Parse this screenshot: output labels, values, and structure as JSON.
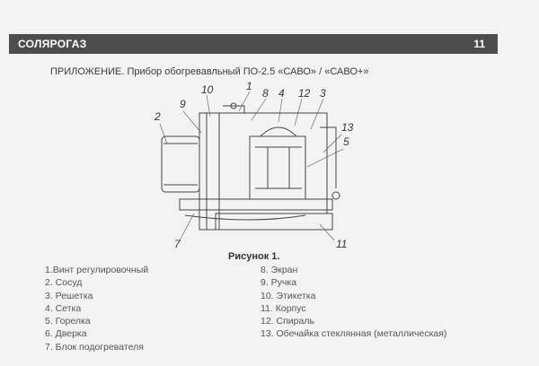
{
  "header": {
    "brand": "СОЛЯРОГАЗ",
    "page_number": "11"
  },
  "document": {
    "title": "ПРИЛОЖЕНИЕ. Прибор обогревавльный ПО-2.5 «САВО» / «САВО+»",
    "figure_caption": "Рисунок 1."
  },
  "figure": {
    "callouts": [
      "1",
      "2",
      "3",
      "4",
      "5",
      "7",
      "8",
      "9",
      "10",
      "11",
      "12",
      "13"
    ]
  },
  "legend": {
    "left": [
      "1.Винт регулировочный",
      "2. Сосуд",
      "3. Решетка",
      "4. Сетка",
      "5. Горелка",
      "6. Дверка",
      "7. Блок подогревателя"
    ],
    "right": [
      "8. Экран",
      "9. Ручка",
      "10. Этикетка",
      "11. Корпус",
      "12. Спираль",
      "13. Обечайка стеклянная (металлическая)"
    ]
  }
}
